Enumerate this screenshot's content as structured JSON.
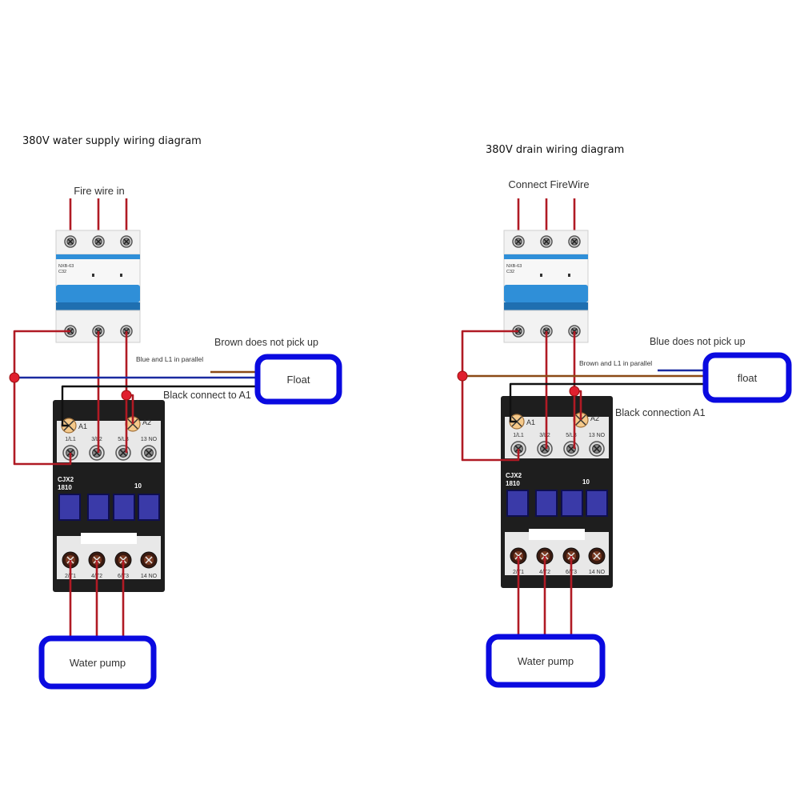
{
  "colors": {
    "live_wire": "#b01a24",
    "neutral_wire": "#1a2aa0",
    "brown_wire": "#8b4a16",
    "black_wire": "#111111",
    "junction": "#e0202e",
    "box_border": "#0a0ae0",
    "breaker_blue": "#2f8fd8",
    "contactor_body": "#1e1e1e",
    "contactor_face": "#e8e8e8",
    "coil_marker": "#f5c98a"
  },
  "diagrams": [
    {
      "id": "supply",
      "title": "380V water supply wiring diagram",
      "fire_wire_label": "Fire wire in",
      "float_note": "Brown does not pick up",
      "parallel_note": "Blue and L1 in parallel",
      "black_note": "Black connect to A1",
      "float_box": "Float",
      "pump_box": "Water pump",
      "breaker": {
        "model": "NXB-63",
        "rating": "C32"
      },
      "contactor": {
        "model_line1": "CJX2",
        "model_line2": "1810",
        "aux_label": "10",
        "coil_a1": "A1",
        "coil_a2": "A2",
        "top_terminals": [
          "1/L1",
          "3/L2",
          "5/L3",
          "13 NO"
        ],
        "bottom_terminals": [
          "2/T1",
          "4/T2",
          "6/T3",
          "14 NO"
        ]
      }
    },
    {
      "id": "drain",
      "title": "380V drain wiring diagram",
      "fire_wire_label": "Connect FireWire",
      "float_note": "Blue does not pick up",
      "parallel_note": "Brown and L1 in parallel",
      "black_note": "Black connection A1",
      "float_box": "float",
      "pump_box": "Water pump",
      "breaker": {
        "model": "NXB-63",
        "rating": "C32"
      },
      "contactor": {
        "model_line1": "CJX2",
        "model_line2": "1810",
        "aux_label": "10",
        "coil_a1": "A1",
        "coil_a2": "A2",
        "top_terminals": [
          "1/L1",
          "3/L2",
          "5/L3",
          "13 NO"
        ],
        "bottom_terminals": [
          "2/T1",
          "4/T2",
          "6/T3",
          "14 NO"
        ]
      }
    }
  ]
}
